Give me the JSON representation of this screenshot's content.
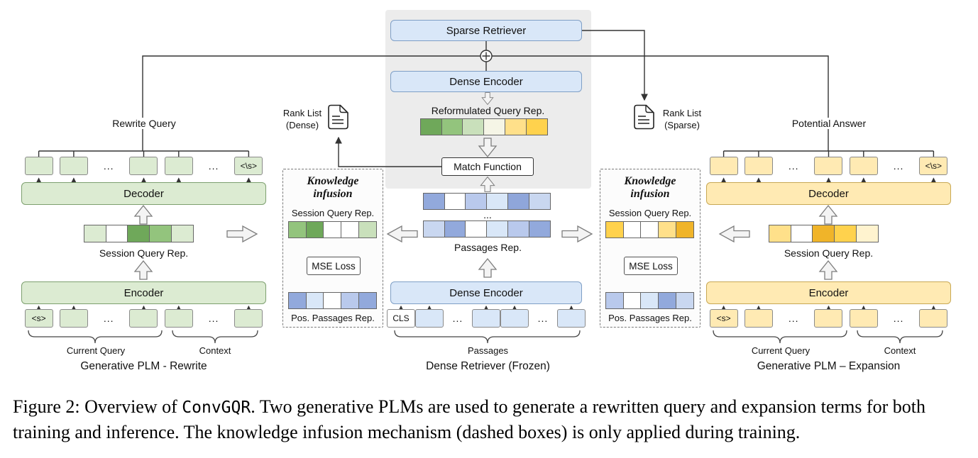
{
  "palette": {
    "green_fill": "#dcebd2",
    "green_dark": "#6fa85a",
    "green_mid": "#93c47d",
    "yellow_fill": "#ffeab3",
    "yellow_dark": "#f0b429",
    "yellow_mid": "#ffd24d",
    "blue_fill": "#d9e7f8",
    "blue_mid": "#92a9dc",
    "panel_gray": "#ececec"
  },
  "left_plm": {
    "title": "Generative PLM - Rewrite",
    "output_label": "Rewrite Query",
    "decoder": "Decoder",
    "encoder": "Encoder",
    "session_label": "Session Query Rep.",
    "current_query": "Current Query",
    "context": "Context",
    "output_tokens": [
      {
        "type": "box",
        "text": "",
        "bg": "#dcebd2"
      },
      {
        "type": "box",
        "text": "",
        "bg": "#dcebd2"
      },
      {
        "type": "gap",
        "text": "..."
      },
      {
        "type": "box",
        "text": "",
        "bg": "#dcebd2"
      },
      {
        "type": "box",
        "text": "",
        "bg": "#dcebd2"
      },
      {
        "type": "gap",
        "text": "..."
      },
      {
        "type": "box",
        "text": "<\\s>",
        "bg": "#dcebd2"
      }
    ],
    "input_tokens": [
      {
        "type": "box",
        "text": "<s>",
        "bg": "#dcebd2"
      },
      {
        "type": "box",
        "text": "",
        "bg": "#dcebd2"
      },
      {
        "type": "gap",
        "text": "..."
      },
      {
        "type": "box",
        "text": "",
        "bg": "#dcebd2"
      },
      {
        "type": "box",
        "text": "",
        "bg": "#dcebd2"
      },
      {
        "type": "gap",
        "text": "..."
      },
      {
        "type": "box",
        "text": "",
        "bg": "#dcebd2"
      }
    ],
    "session_cells": [
      "#dcebd2",
      "#ffffff",
      "#6fa85a",
      "#93c47d",
      "#dcebd2"
    ]
  },
  "ki_dense": {
    "title_line1": "Knowledge",
    "title_line2": "infusion",
    "session_label": "Session Query Rep.",
    "mse": "MSE Loss",
    "pos_label": "Pos. Passages Rep.",
    "rank_line1": "Rank List",
    "rank_line2": "(Dense)",
    "session_cells": [
      "#93c47d",
      "#6fa85a",
      "#ffffff",
      "#ffffff",
      "#c9e0bb"
    ],
    "pos_cells": [
      "#92a9dc",
      "#d9e7f8",
      "#ffffff",
      "#b9c9ec",
      "#92a9dc"
    ]
  },
  "retriever": {
    "title": "Dense Retriever (Frozen)",
    "sparse_retriever": "Sparse Retriever",
    "dense_encoder_top": "Dense Encoder",
    "dense_encoder_bottom": "Dense Encoder",
    "reformulated_label": "Reformulated Query Rep.",
    "match_function": "Match Function",
    "passages_rep_label": "Passages Rep.",
    "passages_label": "Passages",
    "ellipsis": "...",
    "reformulated_cells": [
      "#6fa85a",
      "#93c47d",
      "#c9e0bb",
      "#f5f5e6",
      "#ffe08a",
      "#ffd24d"
    ],
    "passages_row1": [
      "#92a9dc",
      "#ffffff",
      "#b9c9ec",
      "#d9e7f8",
      "#8fa6da",
      "#c9d7f0"
    ],
    "passages_row2": [
      "#c9d7f0",
      "#92a9dc",
      "#ffffff",
      "#d9e7f8",
      "#b9c9ec",
      "#92a9dc"
    ],
    "input_tokens": [
      {
        "type": "box",
        "text": "CLS",
        "bg": "#ffffff"
      },
      {
        "type": "box",
        "text": "",
        "bg": "#d9e7f8"
      },
      {
        "type": "gap",
        "text": "..."
      },
      {
        "type": "box",
        "text": "",
        "bg": "#d9e7f8"
      },
      {
        "type": "box",
        "text": "",
        "bg": "#d9e7f8"
      },
      {
        "type": "gap",
        "text": "..."
      },
      {
        "type": "box",
        "text": "",
        "bg": "#d9e7f8"
      }
    ]
  },
  "ki_sparse": {
    "title_line1": "Knowledge",
    "title_line2": "infusion",
    "session_label": "Session Query Rep.",
    "mse": "MSE Loss",
    "pos_label": "Pos. Passages Rep.",
    "rank_line1": "Rank List",
    "rank_line2": "(Sparse)",
    "session_cells": [
      "#ffd24d",
      "#ffffff",
      "#ffffff",
      "#ffe08a",
      "#f0b429"
    ],
    "pos_cells": [
      "#b9c9ec",
      "#ffffff",
      "#d9e7f8",
      "#92a9dc",
      "#c9d7f0"
    ]
  },
  "right_plm": {
    "title": "Generative PLM – Expansion",
    "output_label": "Potential Answer",
    "decoder": "Decoder",
    "encoder": "Encoder",
    "session_label": "Session Query Rep.",
    "current_query": "Current Query",
    "context": "Context",
    "output_tokens": [
      {
        "type": "box",
        "text": "",
        "bg": "#ffeab3"
      },
      {
        "type": "box",
        "text": "",
        "bg": "#ffeab3"
      },
      {
        "type": "gap",
        "text": "..."
      },
      {
        "type": "box",
        "text": "",
        "bg": "#ffeab3"
      },
      {
        "type": "box",
        "text": "",
        "bg": "#ffeab3"
      },
      {
        "type": "gap",
        "text": "..."
      },
      {
        "type": "box",
        "text": "<\\s>",
        "bg": "#ffeab3"
      }
    ],
    "input_tokens": [
      {
        "type": "box",
        "text": "<s>",
        "bg": "#ffeab3"
      },
      {
        "type": "box",
        "text": "",
        "bg": "#ffeab3"
      },
      {
        "type": "gap",
        "text": "..."
      },
      {
        "type": "box",
        "text": "",
        "bg": "#ffeab3"
      },
      {
        "type": "box",
        "text": "",
        "bg": "#ffeab3"
      },
      {
        "type": "gap",
        "text": "..."
      },
      {
        "type": "box",
        "text": "",
        "bg": "#ffeab3"
      }
    ],
    "session_cells": [
      "#ffe08a",
      "#ffffff",
      "#f0b429",
      "#ffd24d",
      "#fff3cf"
    ]
  },
  "caption": {
    "prefix": "Figure 2: Overview of ",
    "code": "ConvGQR",
    "suffix": ". Two generative PLMs are used to generate a rewritten query and expansion terms for both training and inference. The knowledge infusion mechanism (dashed boxes) is only applied during training."
  }
}
